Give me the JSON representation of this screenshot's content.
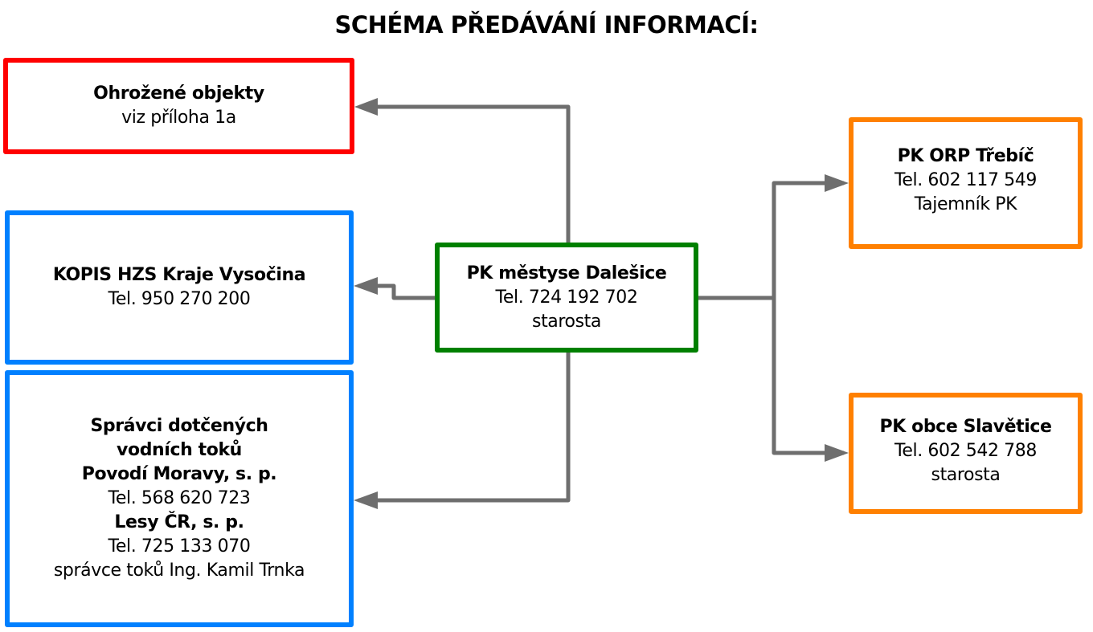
{
  "title": "SCHÉMA PŘEDÁVÁNÍ INFORMACÍ:",
  "colors": {
    "threatened": "#ff0000",
    "emergency": "#0080ff",
    "source": "#008000",
    "authority": "#ff8000",
    "connector": "#6e6e6e"
  },
  "nodes": {
    "threatened": {
      "lines": [
        {
          "text": "Ohrožené objekty",
          "bold": true
        },
        {
          "text": "viz příloha 1a",
          "bold": false
        }
      ]
    },
    "kopis": {
      "lines": [
        {
          "text": "KOPIS HZS Kraje Vysočina",
          "bold": true
        },
        {
          "text": "Tel. 950 270 200",
          "bold": false
        }
      ]
    },
    "water": {
      "lines": [
        {
          "text": "Správci dotčených",
          "bold": true
        },
        {
          "text": "vodních toků",
          "bold": true
        },
        {
          "text": "Povodí Moravy, s. p.",
          "bold": true
        },
        {
          "text": "Tel. 568 620 723",
          "bold": false
        },
        {
          "text": "Lesy ČR, s. p.",
          "bold": true
        },
        {
          "text": "Tel. 725 133 070",
          "bold": false
        },
        {
          "text": "správce toků Ing. Kamil Trnka",
          "bold": false
        }
      ]
    },
    "center": {
      "lines": [
        {
          "text": "PK městyse Dalešice",
          "bold": true
        },
        {
          "text": "Tel. 724 192 702",
          "bold": false
        },
        {
          "text": "starosta",
          "bold": false
        }
      ]
    },
    "orp": {
      "lines": [
        {
          "text": "PK ORP Třebíč",
          "bold": true
        },
        {
          "text": "Tel. 602 117 549",
          "bold": false
        },
        {
          "text": "Tajemník PK",
          "bold": false
        }
      ]
    },
    "slavetice": {
      "lines": [
        {
          "text": "PK obce Slavětice",
          "bold": true
        },
        {
          "text": "Tel. 602 542 788",
          "bold": false
        },
        {
          "text": "starosta",
          "bold": false
        }
      ]
    }
  },
  "edges": [
    {
      "from": "center",
      "to": "threatened"
    },
    {
      "from": "center",
      "to": "kopis"
    },
    {
      "from": "center",
      "to": "water"
    },
    {
      "from": "center",
      "to": "orp"
    },
    {
      "from": "center",
      "to": "slavetice"
    }
  ]
}
